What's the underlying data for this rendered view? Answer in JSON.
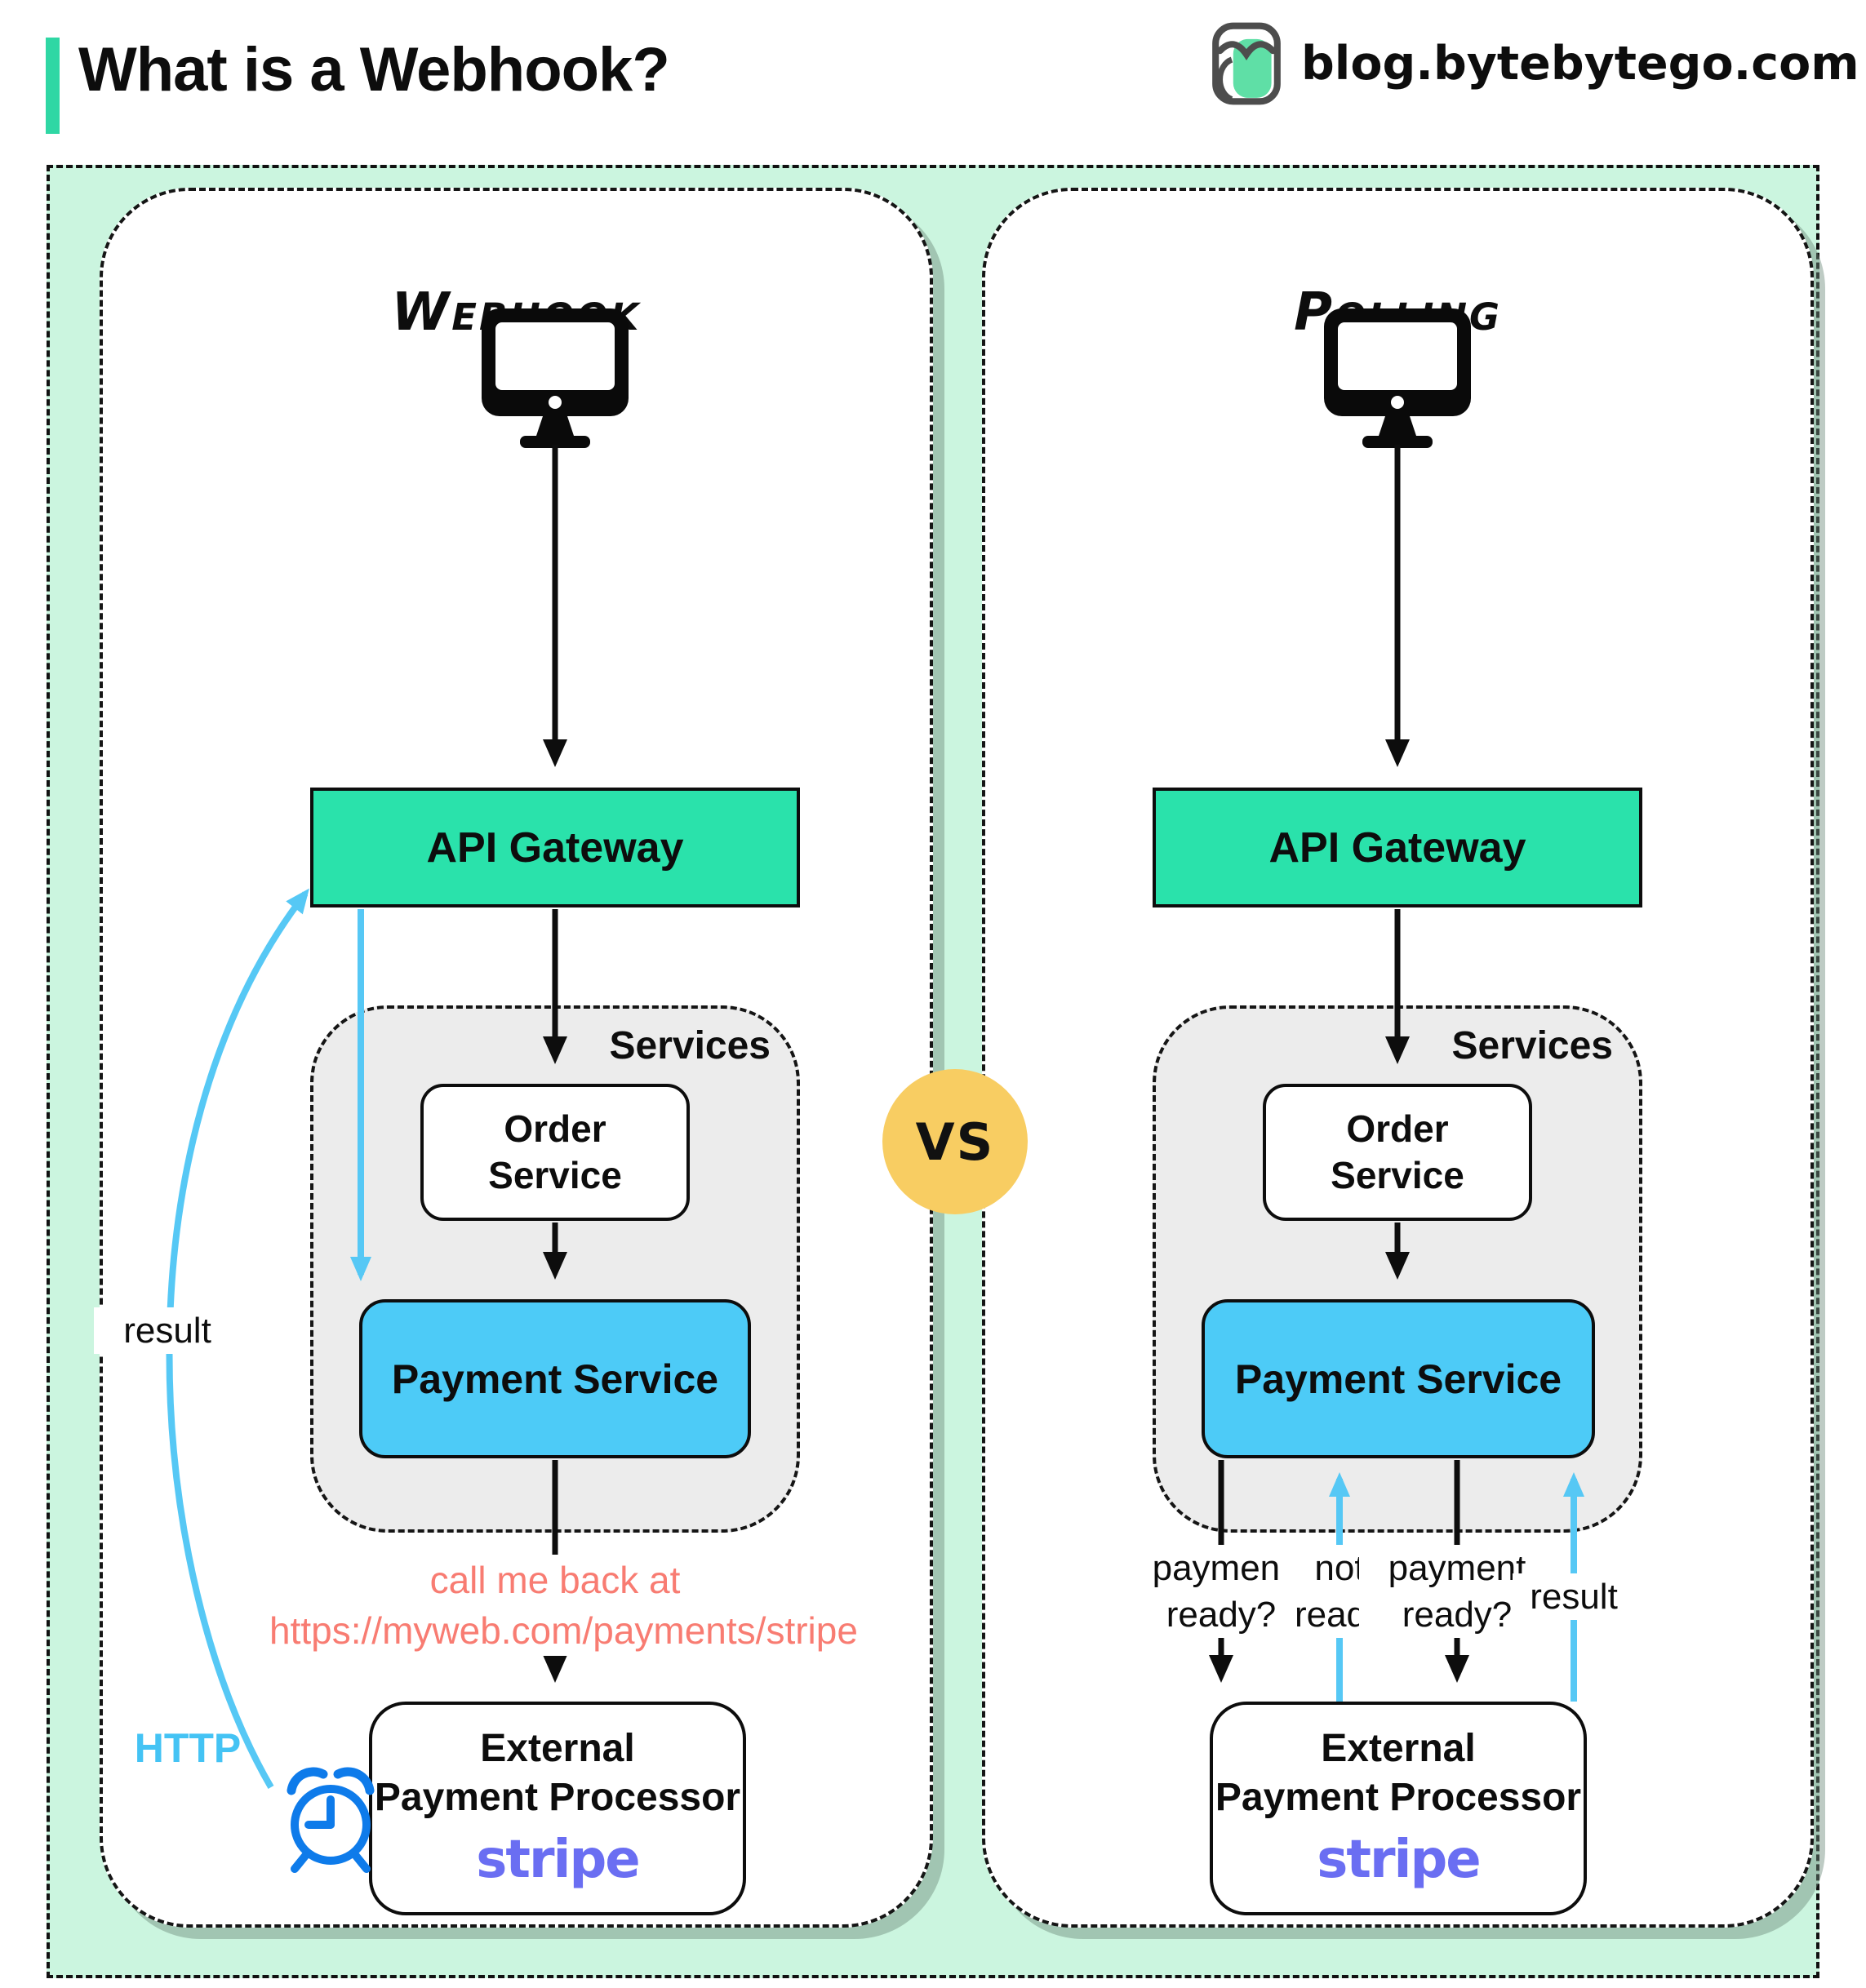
{
  "header": {
    "title": "What is a Webhook?",
    "site": "blog.bytebytego.com"
  },
  "vs_label": "VS",
  "panels": {
    "webhook": {
      "title": "Webhook",
      "api_gateway": "API Gateway",
      "services_label": "Services",
      "order_service": "Order Service",
      "payment_service": "Payment Service",
      "external_line1": "External",
      "external_line2": "Payment Processor",
      "stripe_label": "stripe",
      "callback_line1": "call me back at",
      "callback_line2": "https://myweb.com/payments/stripe",
      "result_label": "result",
      "http_label": "HTTP"
    },
    "polling": {
      "title": "Polling",
      "api_gateway": "API Gateway",
      "services_label": "Services",
      "order_service": "Order Service",
      "payment_service": "Payment Service",
      "external_line1": "External",
      "external_line2": "Payment Processor",
      "stripe_label": "stripe",
      "labels": {
        "q1": "payment ready?",
        "a1": "not ready",
        "q2": "payment ready?",
        "a2": "result"
      }
    }
  },
  "icons": [
    "bytebytego-logo-icon",
    "computer-icon",
    "alarm-clock-icon"
  ],
  "colors": {
    "accent_teal": "#2fd7a4",
    "board_mint": "#cbf5df",
    "gateway_teal": "#2ae2ab",
    "payment_blue": "#4dcbf7",
    "services_gray": "#ececec",
    "vs_yellow": "#f8cd62",
    "stripe_purple": "#6a6ef2",
    "callback_red": "#f87c72",
    "flow_blue": "#56c8f5",
    "alarm_blue": "#0e7bea"
  }
}
